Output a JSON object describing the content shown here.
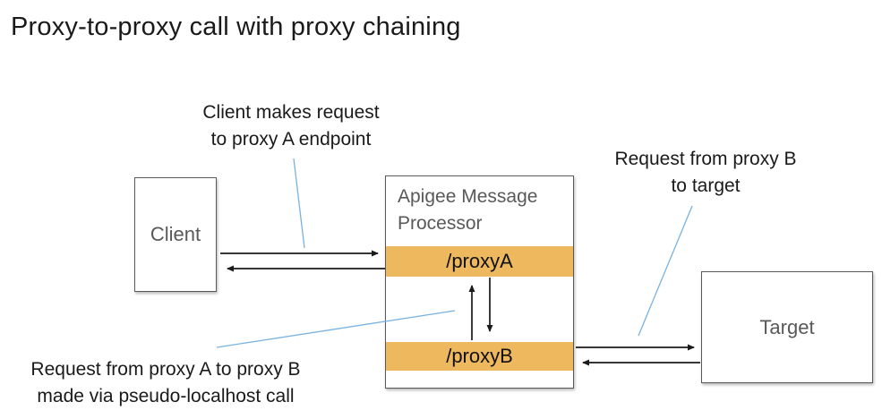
{
  "title": "Proxy-to-proxy call with proxy chaining",
  "annotations": {
    "client_request": {
      "line1": "Client makes request",
      "line2": "to proxy A endpoint"
    },
    "proxyb_to_target": {
      "line1": "Request from proxy B",
      "line2": "to target"
    },
    "proxya_to_proxyb": {
      "line1": "Request from proxy A to proxy B",
      "line2": "made via pseudo-localhost call"
    }
  },
  "boxes": {
    "client": {
      "label": "Client"
    },
    "apigee": {
      "label": "Apigee Message Processor",
      "proxy_a": "/proxyA",
      "proxy_b": "/proxyB"
    },
    "target": {
      "label": "Target"
    }
  },
  "colors": {
    "proxy_bar": "#EDB85E",
    "leader_line": "#79B2E0",
    "box_border": "#58595B",
    "box_label": "#595959",
    "arrow": "#1A1A1A"
  }
}
